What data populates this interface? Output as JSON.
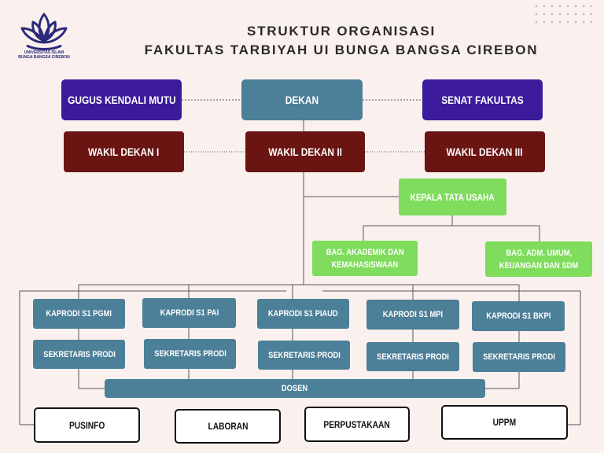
{
  "logo": {
    "line1": "UNIVERSITAS ISLAM",
    "line2": "BUNGA BANGSA CIREBON"
  },
  "title": {
    "line1": "STRUKTUR ORGANISASI",
    "line2": "FAKULTAS TARBIYAH UI BUNGA BANGSA CIREBON"
  },
  "colors": {
    "background": "#faf1ee",
    "purple": "#3b1a9b",
    "teal": "#4c7f98",
    "maroon": "#6b1513",
    "green": "#7fdc5c"
  },
  "top_row": {
    "gugus": "GUGUS KENDALI MUTU",
    "dekan": "DEKAN",
    "senat": "SENAT FAKULTAS"
  },
  "wakil": {
    "wd1": "WAKIL DEKAN I",
    "wd2": "WAKIL DEKAN II",
    "wd3": "WAKIL DEKAN III"
  },
  "admin": {
    "ktu": "KEPALA TATA USAHA",
    "akademik_1": "BAG. AKADEMIK DAN",
    "akademik_2": "KEMAHASISWAAN",
    "umum_1": "BAG. ADM. UMUM,",
    "umum_2": "KEUANGAN DAN SDM"
  },
  "prodi": {
    "p1": "KAPRODI S1 PGMI",
    "p2": "KAPRODI S1 PAI",
    "p3": "KAPRODI S1 PIAUD",
    "p4": "KAPRODI S1 MPI",
    "p5": "KAPRODI S1 BKPI",
    "s1": "SEKRETARIS PRODI",
    "s2": "SEKRETARIS PRODI",
    "s3": "SEKRETARIS PRODI",
    "s4": "SEKRETARIS PRODI",
    "s5": "SEKRETARIS PRODI"
  },
  "dosen": "DOSEN",
  "units": {
    "pusinfo": "PUSINFO",
    "laboran": "LABORAN",
    "perpustakaan": "PERPUSTAKAAN",
    "uppm": "UPPM"
  }
}
